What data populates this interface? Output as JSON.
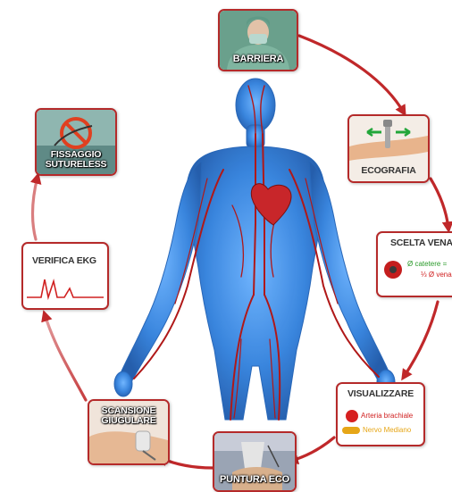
{
  "steps": {
    "barriera": "BARRIERA",
    "ecografia": "ECOGRAFIA",
    "scelta_vena": {
      "title": "SCELTA VENA",
      "line1": "Ø catetere =",
      "line2": "⅓ Ø vena"
    },
    "visualizzare": {
      "title": "VISUALIZZARE",
      "arteria": "Arteria brachiale",
      "nervo": "Nervo Mediano"
    },
    "puntura_eco": "PUNTURA ECO",
    "scansione": [
      "SCANSIONE",
      "GIUGULARE"
    ],
    "verifica_ekg": "VERIFICA EKG",
    "fissaggio": [
      "FISSAGGIO",
      "SUTURELESS"
    ]
  },
  "colors": {
    "arrow": "#c0282a",
    "card_border": "#b52a2a",
    "body_blue": "#3a86d6",
    "vessel_red": "#b01818",
    "text_green": "#2a9a2a",
    "text_red": "#d02020",
    "nervo_yellow": "#e6a617"
  },
  "icons": {
    "cycle_arrows": "cycle-arrows-icon",
    "human_body": "human-circulatory-system-icon",
    "surgeon": "surgeon-icon",
    "ultrasound_arm": "ultrasound-arm-icon",
    "vein_cross_section": "vein-cross-section-icon",
    "artery_dot": "red-circle-icon",
    "nerve_pill": "yellow-pill-icon",
    "probe": "ultrasound-probe-icon",
    "neck_scan": "neck-scan-icon",
    "ekg_trace": "ekg-trace-icon",
    "no_suture": "prohibited-suture-icon"
  }
}
